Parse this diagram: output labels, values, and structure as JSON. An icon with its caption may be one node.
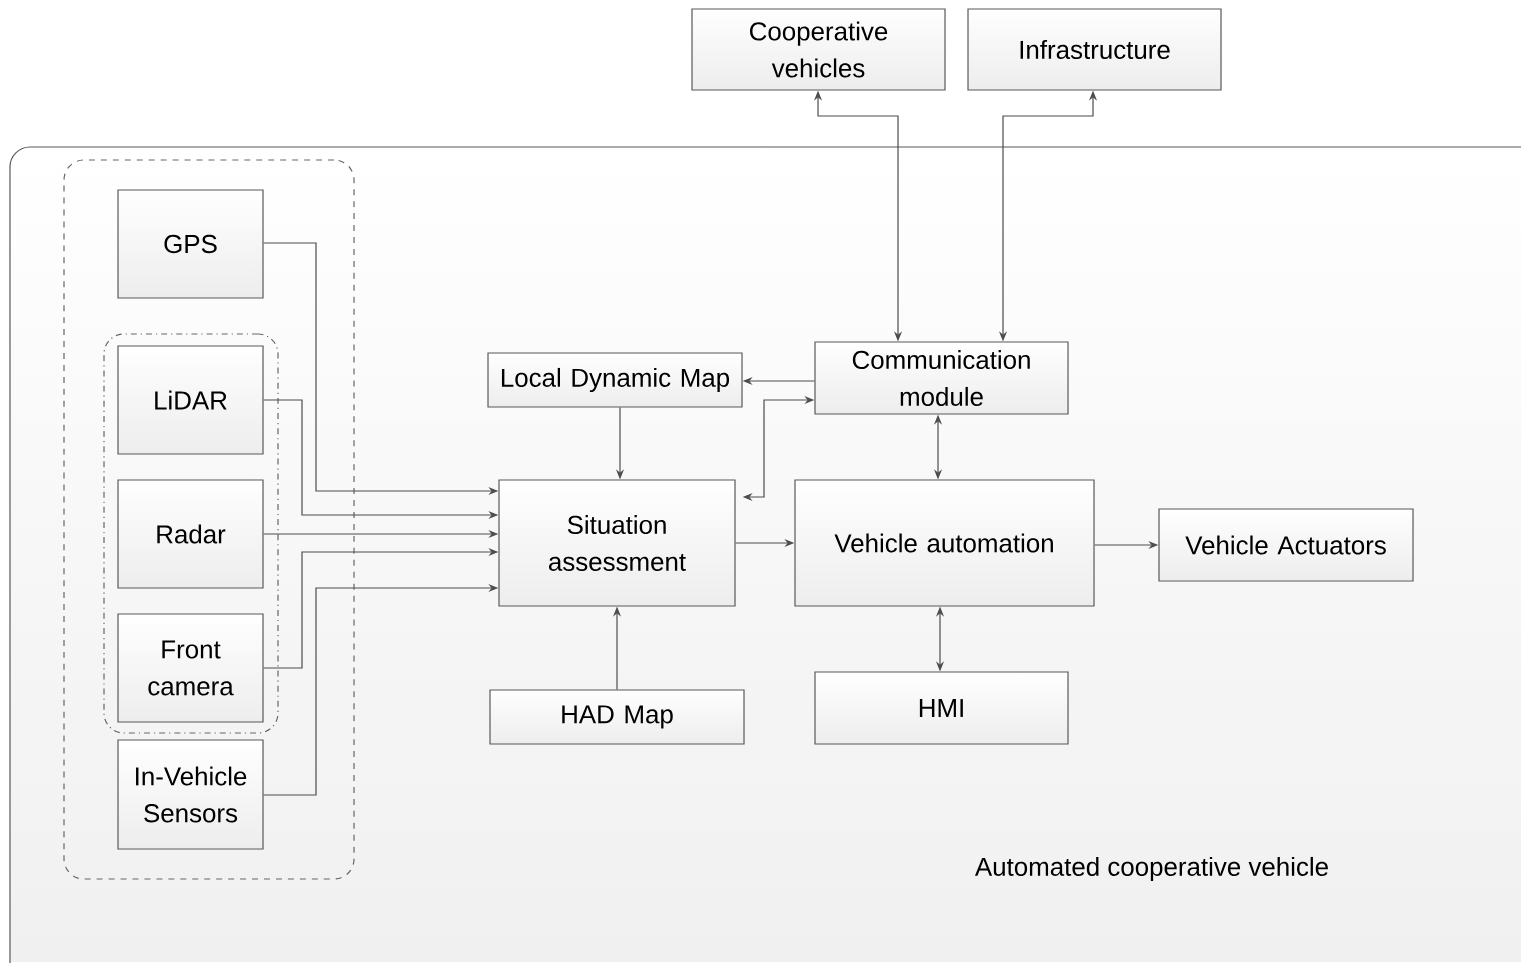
{
  "diagram": {
    "nodes": [
      {
        "text": [
          "Cooperative vehicles"
        ]
      },
      {
        "text": [
          "Infrastructure"
        ]
      },
      {
        "text": [
          "Automated cooperative vehicle"
        ]
      },
      {
        "text": [],
        "shape": "box",
        "in": 2
      },
      {
        "text": [
          "GPS"
        ],
        "in": 3
      },
      {
        "text": [],
        "shape": "box",
        "in": 3
      },
      {
        "text": [
          "LiDAR"
        ],
        "in": 5
      },
      {
        "text": [
          "Radar"
        ],
        "in": 5
      },
      {
        "text": [
          "Front camera"
        ],
        "in": 5
      },
      {
        "text": [
          "In-Vehicle Sensors"
        ],
        "in": 3
      },
      {
        "text": [
          "Local Dynamic Map"
        ],
        "in": 2
      },
      {
        "text": [
          "Communication module"
        ],
        "in": 2
      },
      {
        "text": [
          "Situation assessment"
        ],
        "in": 2
      },
      {
        "text": [
          "Vehicle automation"
        ],
        "in": 2
      },
      {
        "text": [
          "Vehicle Actuators"
        ],
        "in": 2
      },
      {
        "text": [
          "HAD Map"
        ],
        "in": 2
      },
      {
        "text": [
          "HMI"
        ],
        "in": 2
      }
    ],
    "edges": [
      {
        "from": 4,
        "to": 12,
        "arrow": "to"
      },
      {
        "from": 6,
        "to": 12,
        "arrow": "to"
      },
      {
        "from": 7,
        "to": 12,
        "arrow": "to"
      },
      {
        "from": 8,
        "to": 12,
        "arrow": "to"
      },
      {
        "from": 9,
        "to": 12,
        "arrow": "to"
      },
      {
        "from": 11,
        "to": 10,
        "arrow": "to"
      },
      {
        "from": 10,
        "to": 12,
        "arrow": "to"
      },
      {
        "from": 12,
        "to": 11,
        "arrow": "both"
      },
      {
        "from": 11,
        "to": 0,
        "arrow": "both"
      },
      {
        "from": 11,
        "to": 1,
        "arrow": "both"
      },
      {
        "from": 12,
        "to": 13,
        "arrow": "to"
      },
      {
        "from": 13,
        "to": 14,
        "arrow": "to"
      },
      {
        "from": 11,
        "to": 13,
        "arrow": "both"
      },
      {
        "from": 13,
        "to": 16,
        "arrow": "both"
      },
      {
        "from": 15,
        "to": 12,
        "arrow": "to"
      }
    ]
  }
}
